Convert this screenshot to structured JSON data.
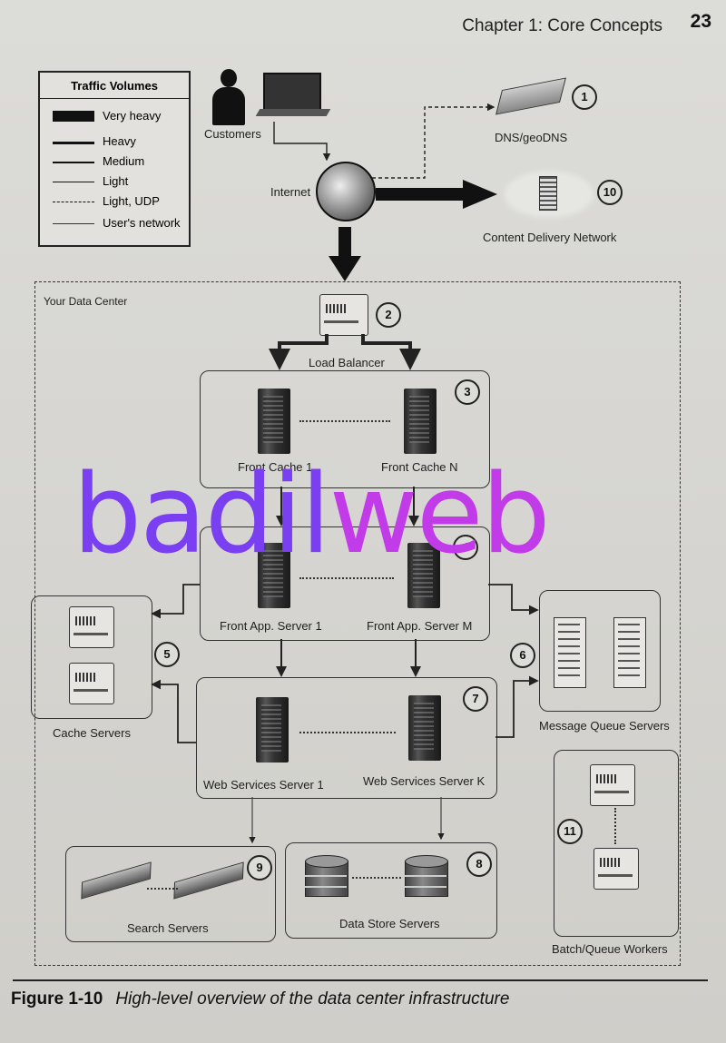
{
  "header": {
    "chapter": "Chapter 1: Core Concepts",
    "page_number": "23"
  },
  "legend": {
    "title": "Traffic Volumes",
    "items": [
      {
        "label": "Very heavy",
        "style": "very-heavy"
      },
      {
        "label": "Heavy",
        "style": "heavy"
      },
      {
        "label": "Medium",
        "style": "medium"
      },
      {
        "label": "Light",
        "style": "light"
      },
      {
        "label": "Light, UDP",
        "style": "dashed"
      },
      {
        "label": "User's network",
        "style": "thin"
      }
    ]
  },
  "diagram": {
    "customers": "Customers",
    "internet": "Internet",
    "dns": "DNS/geoDNS",
    "cdn": "Content Delivery Network",
    "data_center": "Your Data Center",
    "load_balancer": "Load Balancer",
    "front_cache_1": "Front Cache 1",
    "front_cache_n": "Front Cache N",
    "front_app_1": "Front App. Server 1",
    "front_app_m": "Front App. Server M",
    "cache_servers": "Cache Servers",
    "message_queue_servers": "Message Queue Servers",
    "web_services_1": "Web Services Server 1",
    "web_services_k": "Web Services Server K",
    "search_servers": "Search Servers",
    "data_store_servers": "Data Store Servers",
    "batch_workers": "Batch/Queue Workers",
    "numbers": [
      "1",
      "2",
      "3",
      "4",
      "5",
      "6",
      "7",
      "8",
      "9",
      "10",
      "11"
    ]
  },
  "watermark": {
    "part1": "badil",
    "part2": "web",
    "color1": "#7b3ff2",
    "color2": "#c23be8"
  },
  "caption": {
    "figure": "Figure 1-10",
    "title": "High-level overview of the data center infrastructure"
  }
}
